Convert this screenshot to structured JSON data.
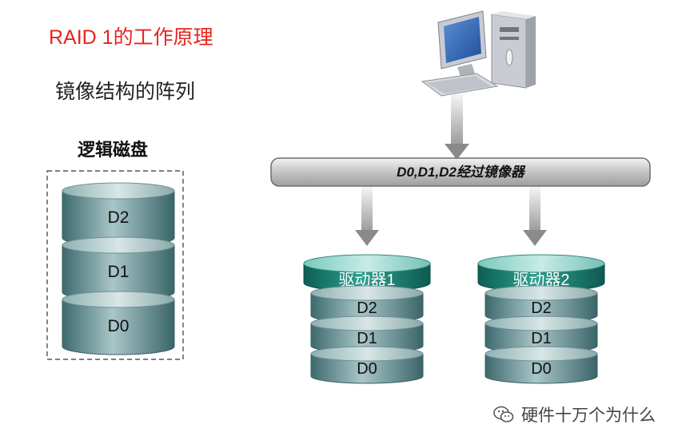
{
  "title": "RAID 1的工作原理",
  "subtitle": "镜像结构的阵列",
  "logical_disk": {
    "label": "逻辑磁盘",
    "layers": [
      "D2",
      "D1",
      "D0"
    ]
  },
  "bus": {
    "label": "D0,D1,D2经过镜像器"
  },
  "drives": [
    {
      "name": "驱动器1",
      "layers": [
        "D2",
        "D1",
        "D0"
      ]
    },
    {
      "name": "驱动器2",
      "layers": [
        "D2",
        "D1",
        "D0"
      ]
    }
  ],
  "watermark": {
    "text": "硬件十万个为什么",
    "icon": "wechat-icon"
  },
  "colors": {
    "title": "#e8231c",
    "disk": "#4f7f82",
    "disk_top": "#b9cfd0",
    "drive_header": "#1a7a6e",
    "bus": "#c9c9c9",
    "arrow": "#8a8a8a"
  }
}
